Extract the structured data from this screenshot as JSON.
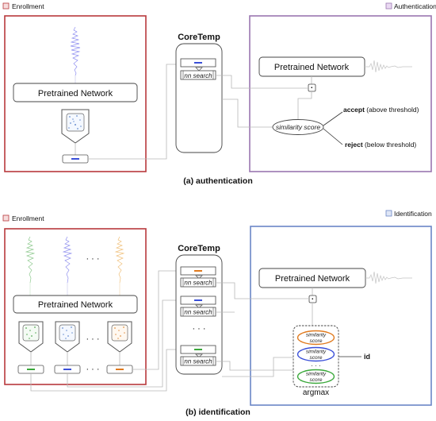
{
  "colors": {
    "enrollment": "#b8393c",
    "authentication": "#9a76b0",
    "identification": "#6b86c6",
    "wave_a": "#8f8ff0",
    "wave_green": "#8ec98e",
    "wave_blue": "#9090ee",
    "wave_orange": "#f0c07a",
    "emb_blue": "#3a4fd8",
    "emb_green": "#3aa83a",
    "emb_orange": "#e07a1e",
    "line": "#b8b8b8"
  },
  "top": {
    "enrollment_label": "Enrollment",
    "authentication_label": "Authentication",
    "coretemp_title": "CoreTemp",
    "nn_search": "nn search",
    "pretrained_network_left": "Pretrained Network",
    "pretrained_network_right": "Pretrained Network",
    "dot_symbol": "·",
    "similarity_score": "similarity score",
    "accept_bold": "accept",
    "accept_rest": " (above threshold)",
    "reject_bold": "reject",
    "reject_rest": " (below threshold)",
    "caption": "(a) authentication"
  },
  "bottom": {
    "enrollment_label": "Enrollment",
    "identification_label": "Identification",
    "coretemp_title": "CoreTemp",
    "nn_search_1": "nn search",
    "nn_search_2": "nn search",
    "nn_search_3": "nn search",
    "ellipsis_waves": "· · ·",
    "ellipsis_cones": "· · ·",
    "ellipsis_embeddings": "· · ·",
    "ellipsis_coretemp": "· · ·",
    "ellipsis_scores": "· · ·",
    "pretrained_network_left": "Pretrained Network",
    "pretrained_network_right": "Pretrained Network",
    "dot_symbol": "·",
    "similarity_line1": "similarity",
    "similarity_line2": "score",
    "argmax": "argmax",
    "id_label": "id",
    "caption": "(b) identification"
  }
}
